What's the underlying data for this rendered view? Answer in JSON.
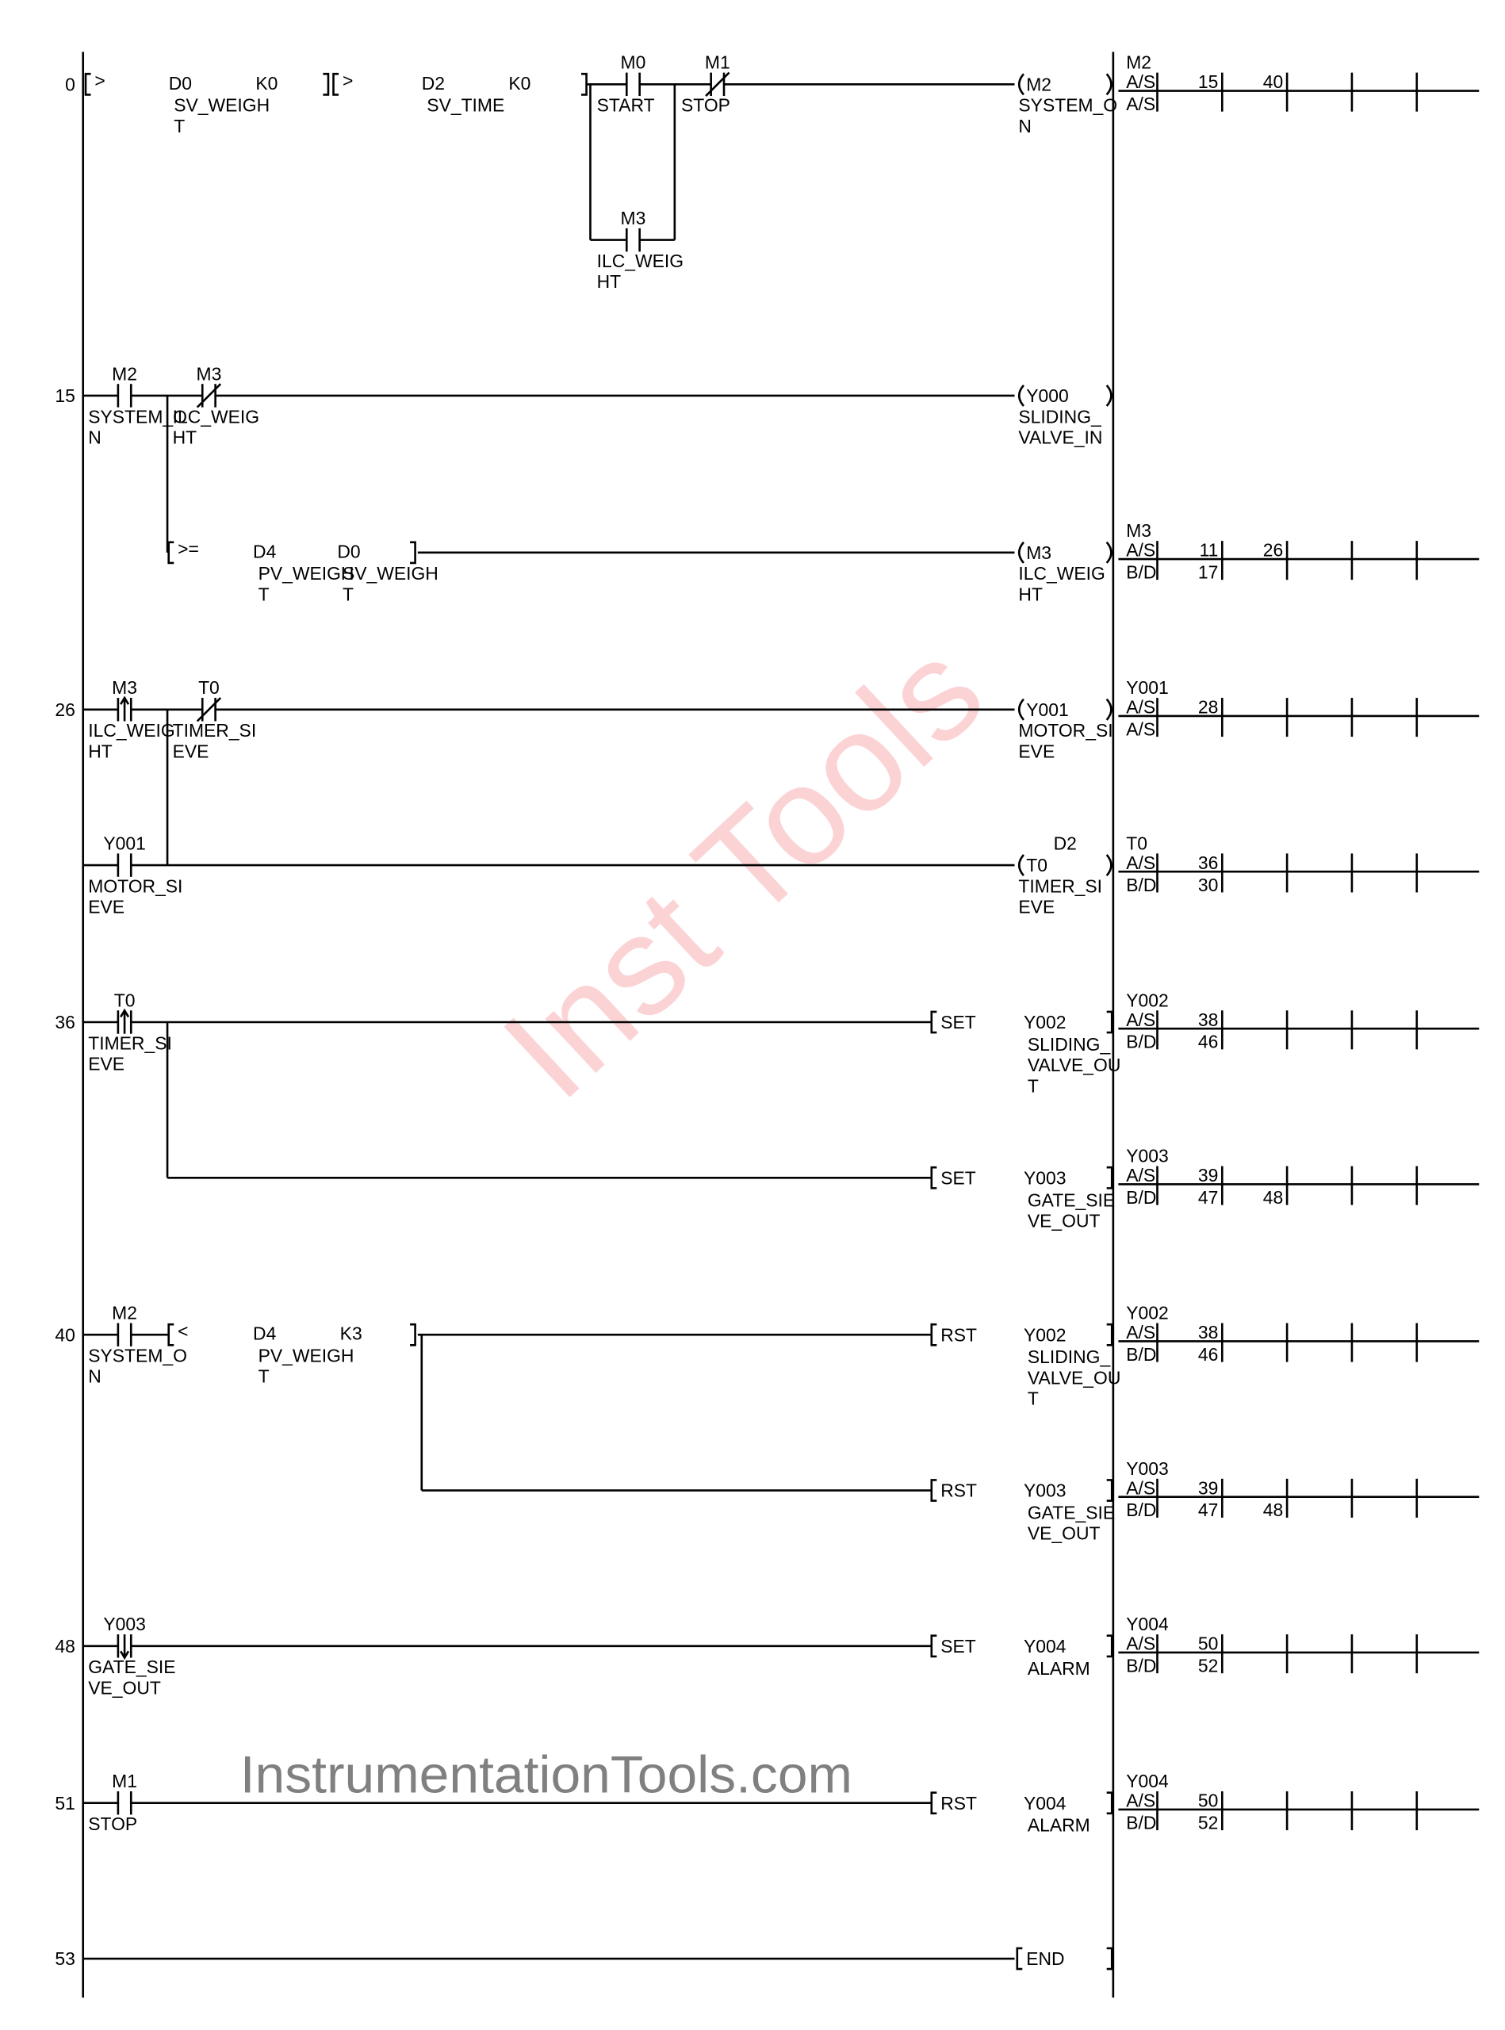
{
  "step_numbers": [
    "0",
    "15",
    "26",
    "36",
    "40",
    "48",
    "51",
    "53"
  ],
  "contacts": [
    {
      "device": "M0",
      "comment": [
        "START"
      ],
      "type": "normally-open"
    },
    {
      "device": "M1",
      "comment": [
        "STOP"
      ],
      "type": "normally-closed"
    },
    {
      "device": "M3",
      "comment": [
        "ILC_WEIG",
        "HT"
      ],
      "type": "normally-open"
    },
    {
      "device": "M2",
      "comment": [
        "SYSTEM_O",
        "N"
      ],
      "type": "normally-open"
    },
    {
      "device": "M3",
      "comment": [
        "ILC_WEIG",
        "HT"
      ],
      "type": "normally-closed"
    },
    {
      "device": "M3",
      "comment": [
        "ILC_WEIG",
        "HT"
      ],
      "type": "rising-edge"
    },
    {
      "device": "T0",
      "comment": [
        "TIMER_SI",
        "EVE"
      ],
      "type": "normally-closed"
    },
    {
      "device": "Y001",
      "comment": [
        "MOTOR_SI",
        "EVE"
      ],
      "type": "normally-open"
    },
    {
      "device": "T0",
      "comment": [
        "TIMER_SI",
        "EVE"
      ],
      "type": "rising-edge"
    },
    {
      "device": "M2",
      "comment": [
        "SYSTEM_O",
        "N"
      ],
      "type": "normally-open"
    },
    {
      "device": "Y003",
      "comment": [
        "GATE_SIE",
        "VE_OUT"
      ],
      "type": "falling-edge"
    },
    {
      "device": "M1",
      "comment": [
        "STOP"
      ],
      "type": "normally-open"
    }
  ],
  "compares": [
    {
      "op": ">",
      "s1": "D0",
      "s2": "K0",
      "comment1": [
        "SV_WEIGH",
        "T"
      ],
      "comment2": []
    },
    {
      "op": ">",
      "s1": "D2",
      "s2": "K0",
      "comment1": [
        "SV_TIME"
      ],
      "comment2": []
    },
    {
      "op": ">=",
      "s1": "D4",
      "s2": "D0",
      "comment1": [
        "PV_WEIGH",
        "T"
      ],
      "comment2": [
        "SV_WEIGH",
        "T"
      ]
    },
    {
      "op": "<",
      "s1": "D4",
      "s2": "K3",
      "comment1": [
        "PV_WEIGH",
        "T"
      ],
      "comment2": []
    }
  ],
  "coils": [
    {
      "device": "M2",
      "comment": [
        "SYSTEM_O",
        "N"
      ],
      "setpoint": ""
    },
    {
      "device": "Y000",
      "comment": [
        "SLIDING_",
        "VALVE_IN"
      ],
      "setpoint": ""
    },
    {
      "device": "M3",
      "comment": [
        "ILC_WEIG",
        "HT"
      ],
      "setpoint": ""
    },
    {
      "device": "Y001",
      "comment": [
        "MOTOR_SI",
        "EVE"
      ],
      "setpoint": ""
    },
    {
      "device": "T0",
      "comment": [
        "TIMER_SI",
        "EVE"
      ],
      "setpoint": "D2"
    }
  ],
  "instructions": [
    {
      "op": "SET",
      "device": "Y002",
      "comment": [
        "SLIDING_",
        "VALVE_OU",
        "T"
      ]
    },
    {
      "op": "SET",
      "device": "Y003",
      "comment": [
        "GATE_SIE",
        "VE_OUT"
      ]
    },
    {
      "op": "RST",
      "device": "Y002",
      "comment": [
        "SLIDING_",
        "VALVE_OU",
        "T"
      ]
    },
    {
      "op": "RST",
      "device": "Y003",
      "comment": [
        "GATE_SIE",
        "VE_OUT"
      ]
    },
    {
      "op": "SET",
      "device": "Y004",
      "comment": [
        "ALARM"
      ]
    },
    {
      "op": "RST",
      "device": "Y004",
      "comment": [
        "ALARM"
      ]
    },
    {
      "op": "END",
      "device": "",
      "comment": []
    }
  ],
  "cross_refs": [
    {
      "device": "M2",
      "rows": [
        {
          "label": "A/S",
          "values": [
            "15",
            "40"
          ]
        },
        {
          "label": "A/S",
          "values": []
        }
      ]
    },
    {
      "device": "M3",
      "rows": [
        {
          "label": "A/S",
          "values": [
            "11",
            "26"
          ]
        },
        {
          "label": "B/D",
          "values": [
            "17"
          ]
        }
      ]
    },
    {
      "device": "Y001",
      "rows": [
        {
          "label": "A/S",
          "values": [
            "28"
          ]
        },
        {
          "label": "A/S",
          "values": []
        }
      ]
    },
    {
      "device": "T0",
      "rows": [
        {
          "label": "A/S",
          "values": [
            "36"
          ]
        },
        {
          "label": "B/D",
          "values": [
            "30"
          ]
        }
      ]
    },
    {
      "device": "Y002",
      "rows": [
        {
          "label": "A/S",
          "values": [
            "38"
          ]
        },
        {
          "label": "B/D",
          "values": [
            "46"
          ]
        }
      ]
    },
    {
      "device": "Y003",
      "rows": [
        {
          "label": "A/S",
          "values": [
            "39"
          ]
        },
        {
          "label": "B/D",
          "values": [
            "47",
            "48"
          ]
        }
      ]
    },
    {
      "device": "Y002",
      "rows": [
        {
          "label": "A/S",
          "values": [
            "38"
          ]
        },
        {
          "label": "B/D",
          "values": [
            "46"
          ]
        }
      ]
    },
    {
      "device": "Y003",
      "rows": [
        {
          "label": "A/S",
          "values": [
            "39"
          ]
        },
        {
          "label": "B/D",
          "values": [
            "47",
            "48"
          ]
        }
      ]
    },
    {
      "device": "Y004",
      "rows": [
        {
          "label": "A/S",
          "values": [
            "50"
          ]
        },
        {
          "label": "B/D",
          "values": [
            "52"
          ]
        }
      ]
    },
    {
      "device": "Y004",
      "rows": [
        {
          "label": "A/S",
          "values": [
            "50"
          ]
        },
        {
          "label": "B/D",
          "values": [
            "52"
          ]
        }
      ]
    }
  ],
  "watermarks": {
    "diagonal": "Inst Tools",
    "footer": "InstrumentationTools.com"
  },
  "colors": {
    "line": "#000000",
    "watermark_diagonal": "#fcd3d5",
    "watermark_footer": "#808080",
    "background": "#ffffff"
  }
}
